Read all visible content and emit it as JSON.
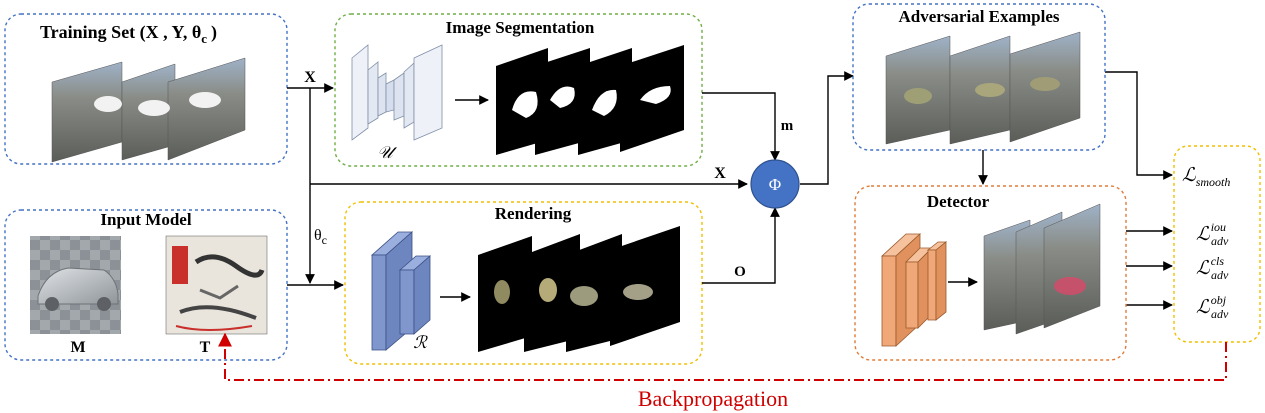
{
  "training_set": {
    "title": "Training Set (X , Y, θ",
    "title_sub": "c",
    "title_close": ")"
  },
  "input_model": {
    "title": "Input Model",
    "label_m": "M",
    "label_t": "T"
  },
  "segmentation": {
    "title": "Image Segmentation",
    "net_label": "𝒰"
  },
  "rendering": {
    "title": "Rendering",
    "net_label": "ℛ"
  },
  "adversarial": {
    "title": "Adversarial Examples"
  },
  "detector": {
    "title": "Detector"
  },
  "flow_labels": {
    "x_top": "X",
    "x_mid": "X",
    "theta": "θ",
    "theta_sub": "c",
    "m": "m",
    "o": "O",
    "phi": "Φ"
  },
  "losses": {
    "smooth": {
      "main": "ℒ",
      "sub": "smooth"
    },
    "iou": {
      "main": "ℒ",
      "sup": "iou",
      "sub": "adv"
    },
    "cls": {
      "main": "ℒ",
      "sup": "cls",
      "sub": "adv"
    },
    "obj": {
      "main": "ℒ",
      "sup": "obj",
      "sub": "adv"
    }
  },
  "backprop": {
    "label": "Backpropagation"
  },
  "colors": {
    "blue_border": "#4472c4",
    "green_border": "#70ad47",
    "yellow_border": "#f0c000",
    "orange_border": "#e07b39",
    "phi_fill": "#4472c4",
    "backprop_red": "#d00000",
    "seg_net": "#dfe6f2",
    "render_net": "#7f97cd",
    "det_net": "#f0a878"
  }
}
